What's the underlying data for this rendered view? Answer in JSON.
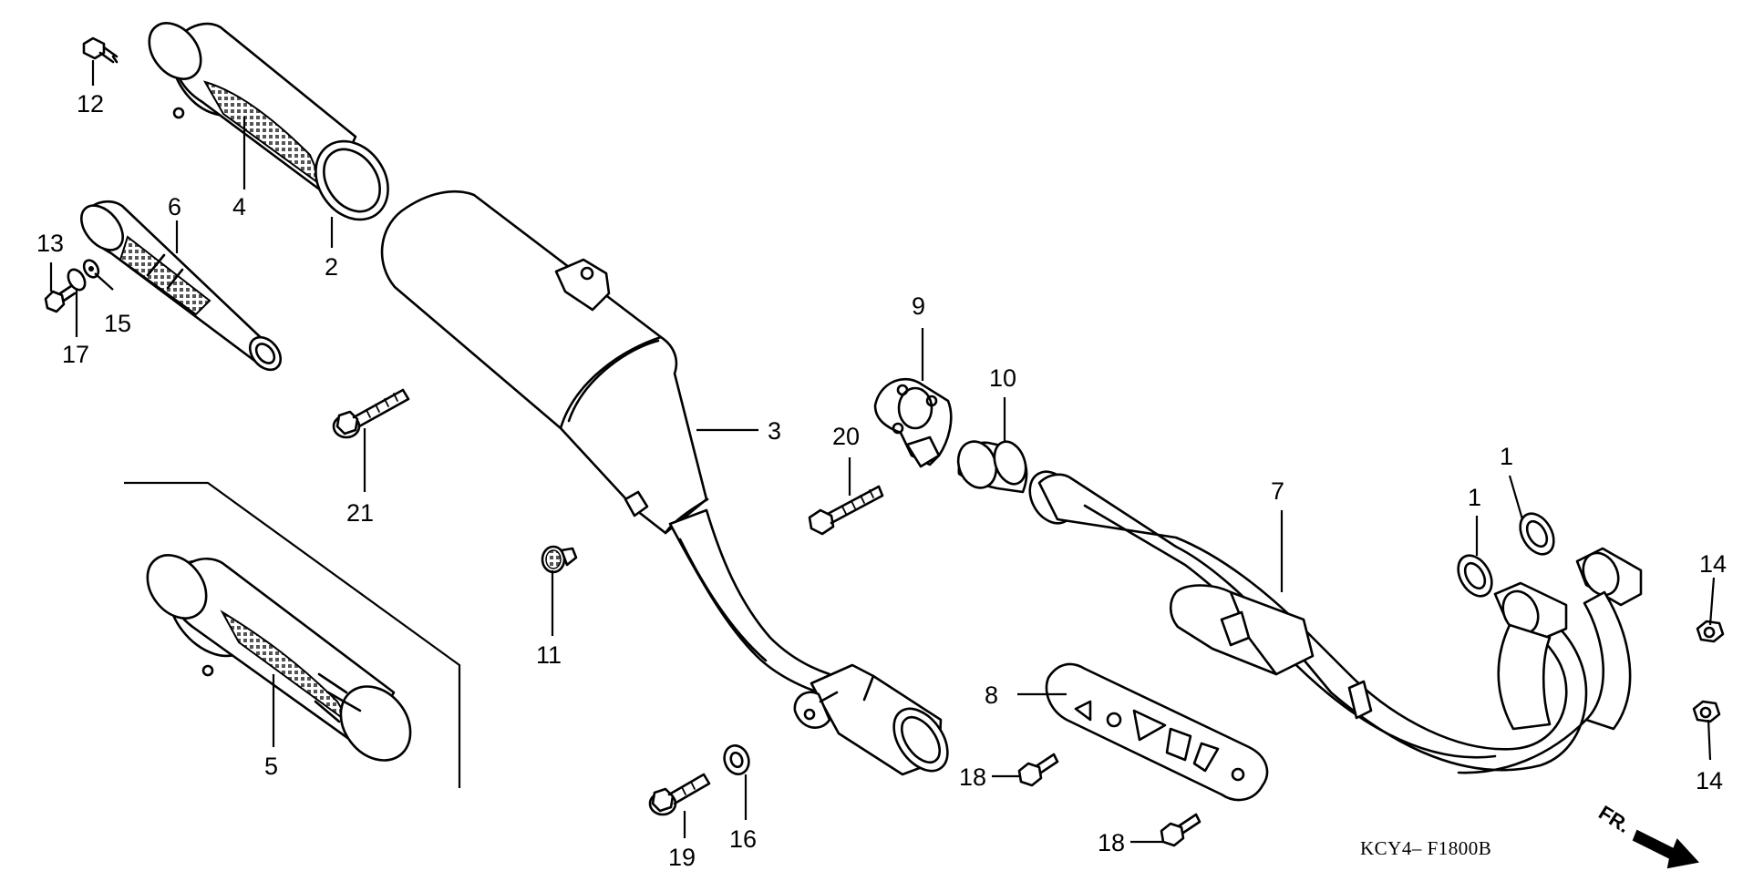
{
  "diagram": {
    "drawing_code": "KCY4– F1800B",
    "front_label": "FR.",
    "callouts": {
      "c1a": "1",
      "c1b": "1",
      "c2": "2",
      "c3": "3",
      "c4": "4",
      "c5": "5",
      "c6": "6",
      "c7": "7",
      "c8": "8",
      "c9": "9",
      "c10": "10",
      "c11": "11",
      "c12": "12",
      "c13": "13",
      "c14a": "14",
      "c14b": "14",
      "c15": "15",
      "c16": "16",
      "c17": "17",
      "c18a": "18",
      "c18b": "18",
      "c19": "19",
      "c20": "20",
      "c21": "21"
    }
  }
}
